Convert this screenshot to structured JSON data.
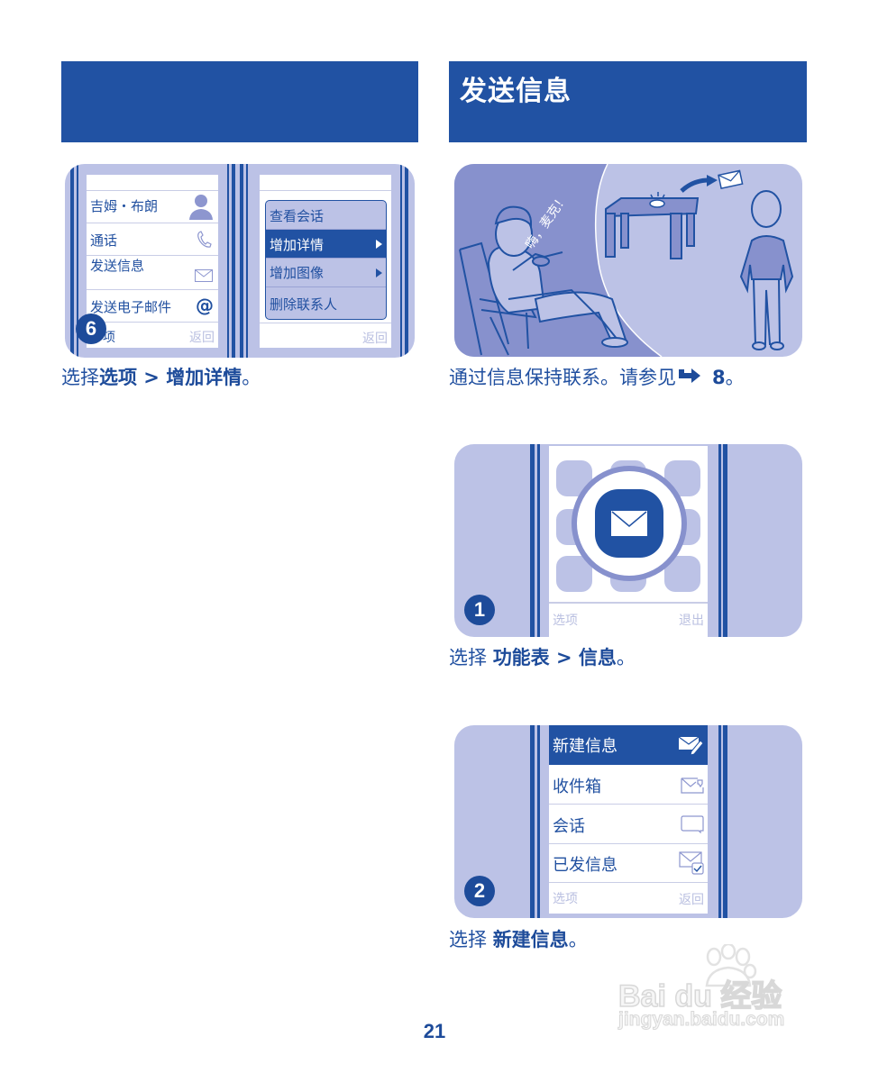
{
  "colors": {
    "brand_blue": "#2152a3",
    "panel_lavender": "#bcc2e6",
    "text_blue": "#2150a0",
    "softkey_gray": "#b9bfe0"
  },
  "left_column": {
    "header_title": "",
    "contact_screen": {
      "rows": [
        {
          "label": "吉姆・布朗",
          "icon": "person-icon"
        },
        {
          "label": "通话",
          "icon": "phone-icon"
        },
        {
          "label": "发送信息",
          "icon": "envelope-icon"
        },
        {
          "label": "发送电子邮件",
          "icon": "at-icon"
        }
      ],
      "softkey_left": "项",
      "softkey_right": "返回"
    },
    "options_screen": {
      "menu_items": [
        {
          "label": "查看会话",
          "submenu": false,
          "active": false
        },
        {
          "label": "增加详情",
          "submenu": true,
          "active": true
        },
        {
          "label": "增加图像",
          "submenu": true,
          "active": false
        },
        {
          "label": "删除联系人",
          "submenu": false,
          "active": false
        }
      ],
      "softkey_right": "返回"
    },
    "step_badge": "6",
    "caption": {
      "prefix": "选择",
      "bold1": "选项",
      "sep": " > ",
      "bold2": "增加详情",
      "suffix": "。"
    }
  },
  "right_column": {
    "header_title": "发送信息",
    "illustration": {
      "speech_text": "嗨，麦克！",
      "icons": [
        "person-sitting-icon",
        "phone-on-table-icon",
        "arrow-icon",
        "envelope-icon",
        "person-standing-icon"
      ]
    },
    "intro_caption": {
      "text": "通过信息保持联系。请参见",
      "ref_icon": "arrow-right-icon",
      "ref_page": "8",
      "suffix": "。"
    },
    "step1": {
      "badge": "1",
      "app_icon": "messaging-icon",
      "softkey_left": "选项",
      "softkey_right": "退出",
      "caption": {
        "prefix": "选择 ",
        "bold1": "功能表",
        "sep": " > ",
        "bold2": "信息",
        "suffix": "。"
      }
    },
    "step2": {
      "badge": "2",
      "menu_items": [
        {
          "label": "新建信息",
          "icon": "new-message-icon",
          "active": true
        },
        {
          "label": "收件箱",
          "icon": "inbox-icon",
          "active": false
        },
        {
          "label": "会话",
          "icon": "conversation-icon",
          "active": false
        },
        {
          "label": "已发信息",
          "icon": "sent-icon",
          "active": false
        }
      ],
      "softkey_left": "选项",
      "softkey_right": "返回",
      "caption": {
        "prefix": "选择 ",
        "bold1": "新建信息",
        "suffix": "。"
      }
    }
  },
  "watermark": {
    "brand": "Bai du 经验",
    "url": "jingyan.baidu.com"
  },
  "page_number": "21"
}
